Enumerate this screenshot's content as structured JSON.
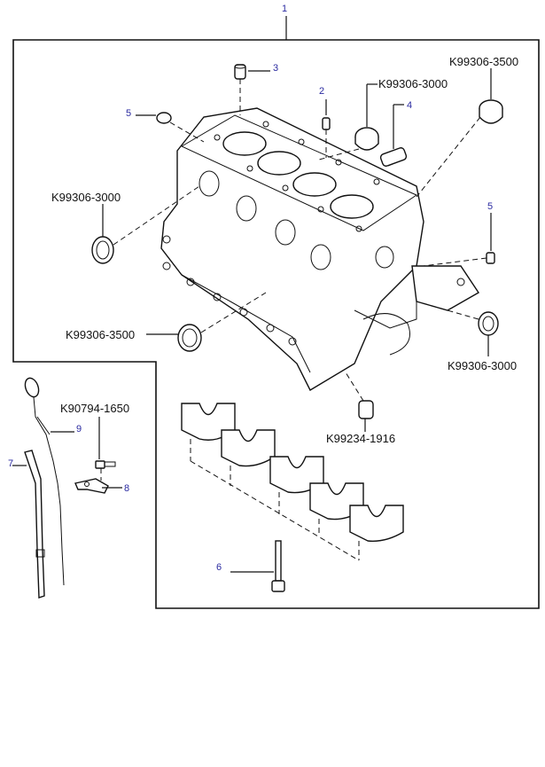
{
  "callouts": {
    "c1": "1",
    "c2": "2",
    "c3": "3",
    "c4": "4",
    "c5a": "5",
    "c5b": "5",
    "c6": "6",
    "c7": "7",
    "c8": "8",
    "c9": "9"
  },
  "part_numbers": {
    "plug_top_right": "K99306-3500",
    "plug_top_mid": "K99306-3000",
    "plug_left": "K99306-3000",
    "plug_lower_left": "K99306-3500",
    "plug_right": "K99306-3000",
    "bolt_dipstick": "K90794-1650",
    "dowel_bearing": "K99234-1916"
  }
}
